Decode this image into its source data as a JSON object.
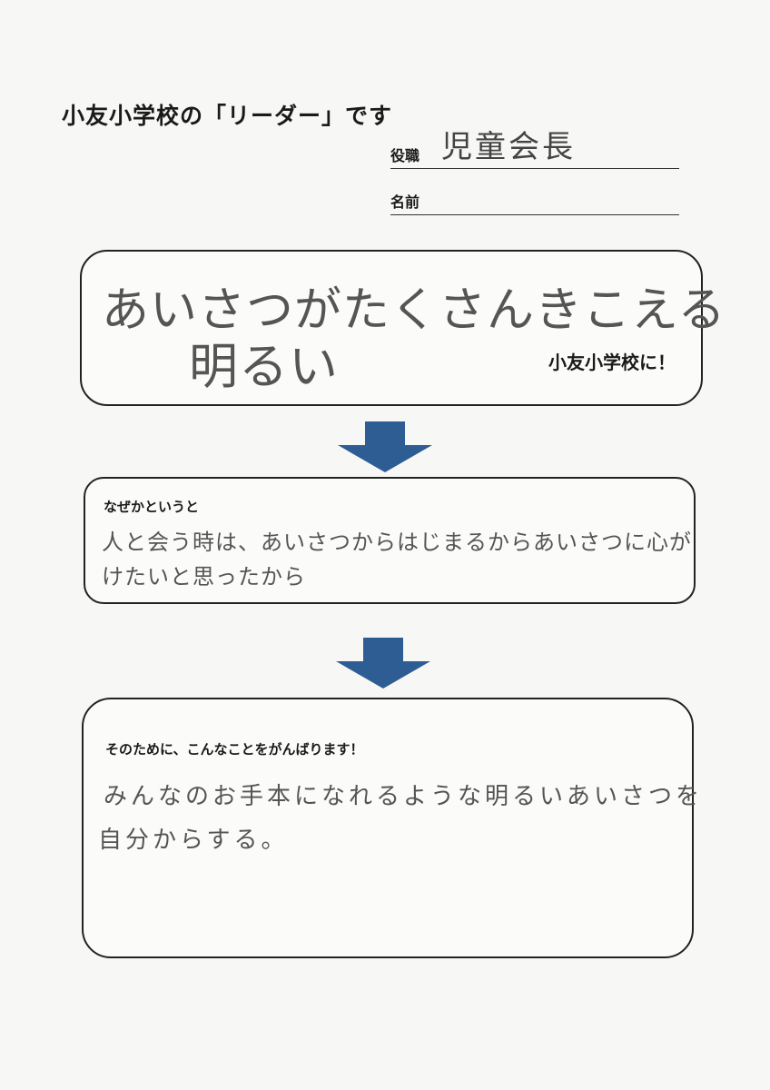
{
  "header": {
    "title": "小友小学校の「リーダー」です"
  },
  "fields": {
    "role_label": "役職",
    "role_value": "児童会長",
    "name_label": "名前",
    "name_value": ""
  },
  "goal": {
    "line1": "あいさつがたくさんきこえる",
    "line2": "明るい",
    "suffix": "小友小学校に！"
  },
  "reason": {
    "heading": "なぜかというと",
    "line1": "人と会う時は、あいさつからはじまるからあいさつに心が",
    "line2": "けたいと思ったから"
  },
  "action": {
    "heading": "そのために、こんなことをがんばります！",
    "line1": "みんなのお手本になれるような明るいあいさつを",
    "line2": "自分からする。"
  },
  "colors": {
    "arrow": "#2e5d94",
    "border": "#222222"
  }
}
